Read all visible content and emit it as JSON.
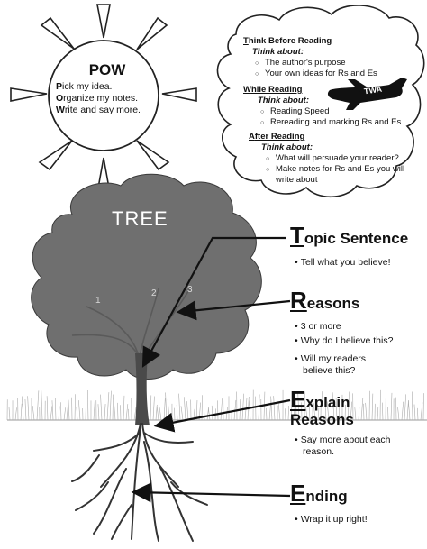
{
  "pow": {
    "title": "POW",
    "lines": [
      {
        "cap": "P",
        "rest": "ick my idea."
      },
      {
        "cap": "O",
        "rest": "rganize my notes."
      },
      {
        "cap": "W",
        "rest": "rite and say more."
      }
    ]
  },
  "cloud": {
    "before": {
      "cap": "T",
      "rest": "hink Before Reading",
      "think": "Think about:",
      "items": [
        "The author's purpose",
        "Your own ideas for Rs and Es"
      ]
    },
    "while": {
      "cap": "W",
      "rest": "hile Reading",
      "think": "Think about:",
      "items": [
        "Reading Speed",
        "Rereading and marking Rs and Es"
      ]
    },
    "after": {
      "cap": "A",
      "rest": "fter Reading",
      "think": "Think about:",
      "items": [
        "What will persuade your reader?",
        "Make notes for Rs and Es you will",
        "write about"
      ]
    },
    "plane_label": "TWA"
  },
  "tree": {
    "label": "TREE",
    "numbers": [
      "1",
      "2",
      "3"
    ]
  },
  "sections": {
    "topic": {
      "cap": "T",
      "rest": "opic Sentence",
      "bullets": [
        "Tell what you believe!"
      ]
    },
    "reasons": {
      "cap": "R",
      "rest": "easons",
      "bullets": [
        "3 or more",
        "Why do I believe this?",
        "Will my readers",
        "believe this?"
      ]
    },
    "explain": {
      "cap": "E",
      "rest": "xplain",
      "line2": "Reasons",
      "bullets": [
        "Say more about each",
        "reason."
      ]
    },
    "ending": {
      "cap": "E",
      "rest": "nding",
      "bullets": [
        "Wrap it up right!"
      ]
    }
  },
  "colors": {
    "tree": "#6f6f6f",
    "trunk": "#4a4a4a",
    "outline": "#222222"
  }
}
